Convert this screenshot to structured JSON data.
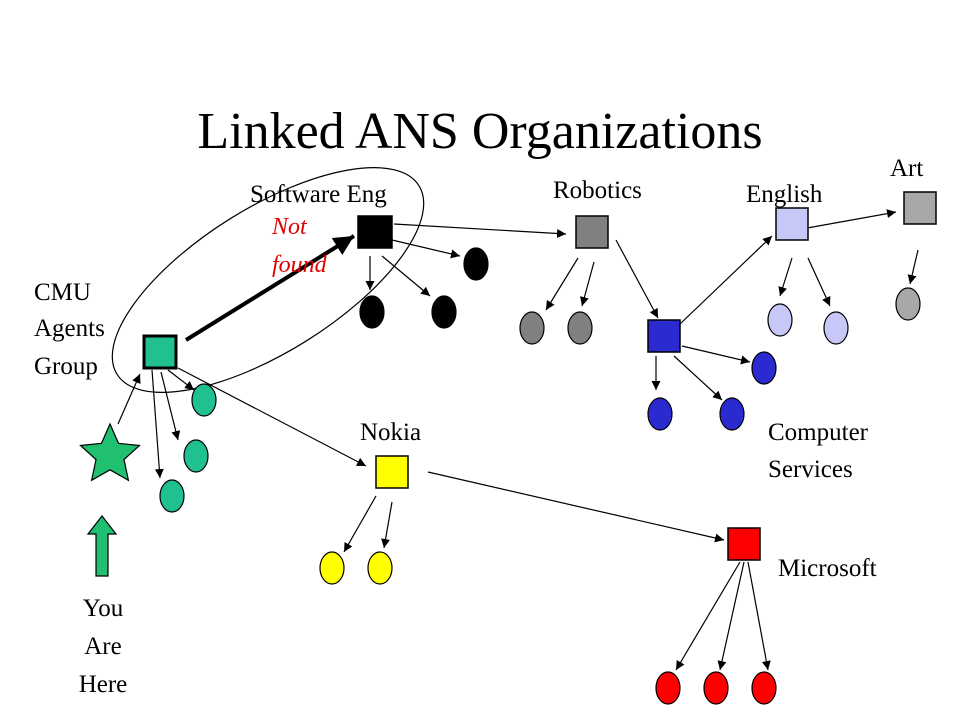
{
  "title": "Linked ANS Organizations",
  "labels": {
    "software_eng": "Software Eng",
    "robotics": "Robotics",
    "english": "English",
    "art": "Art",
    "cmu_agents": [
      "CMU",
      "Agents",
      "Group"
    ],
    "nokia": "Nokia",
    "computer_services": [
      "Computer",
      "Services"
    ],
    "microsoft": "Microsoft",
    "not_found": [
      "Not",
      "found"
    ],
    "you_are_here": [
      "You",
      "Are",
      "Here"
    ]
  },
  "colors": {
    "cmu": "#20c090",
    "software_eng": "#000000",
    "robotics": "#808080",
    "english": "#c8c8f8",
    "art": "#a8a8a8",
    "computer_services": "#2a2ad0",
    "nokia": "#ffff00",
    "microsoft": "#ff0000",
    "not_found": "#e00000",
    "you_marker": "#20c070"
  },
  "icons": [
    "star-icon",
    "up-arrow-icon"
  ]
}
